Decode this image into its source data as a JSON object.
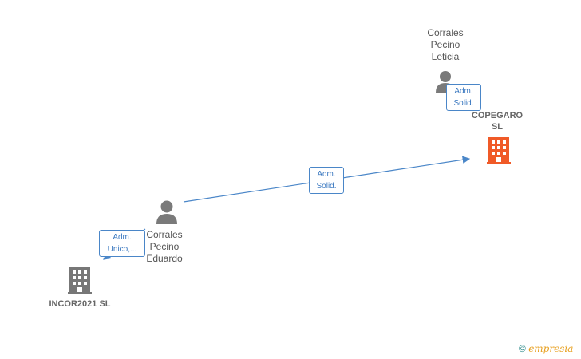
{
  "nodes": {
    "leticia": {
      "label": "Corrales\nPecino\nLeticia",
      "icon": "person-icon"
    },
    "eduardo": {
      "label": "Corrales\nPecino\nEduardo",
      "icon": "person-icon"
    },
    "copegaro": {
      "label": "COPEGARO\nSL",
      "icon": "building-icon",
      "color": "#f05a28"
    },
    "incor": {
      "label": "INCOR2021  SL",
      "icon": "building-icon",
      "color": "#777777"
    }
  },
  "edges": {
    "leticia_copegaro": "Adm.\nSolid.",
    "eduardo_copegaro": "Adm.\nSolid.",
    "eduardo_incor": "Adm.\nUnico,..."
  },
  "watermark": {
    "copyright": "©",
    "brand_initial": "e",
    "brand_rest": "mpresia"
  },
  "colors": {
    "edge": "#4a86c8",
    "person": "#7a7a7a"
  }
}
